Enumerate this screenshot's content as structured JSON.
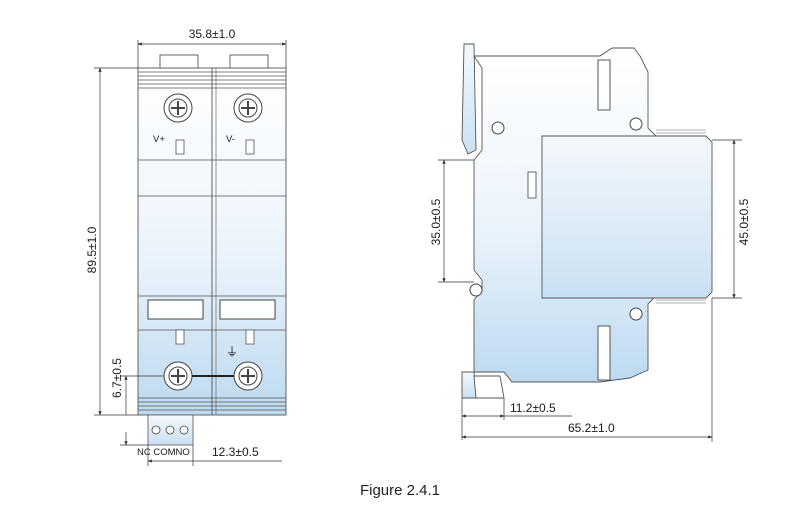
{
  "caption": "Figure 2.4.1",
  "front_view": {
    "dim_width": "35.8±1.0",
    "dim_height": "89.5±1.0",
    "dim_terminal": "6.7±0.5",
    "dim_pin": "12.3±0.5",
    "label_pos": "V+",
    "label_neg": "V-",
    "ground_symbol": "⏚",
    "pin_labels": "NC COMNO"
  },
  "side_view": {
    "dim_rail": "35.0±0.5",
    "dim_body": "45.0±0.5",
    "dim_clip": "11.2±0.5",
    "dim_depth": "65.2±1.0"
  },
  "colors": {
    "body_top": "#ffffff",
    "body_bottom": "#bcd9f0",
    "outline": "#555555",
    "dimension": "#333333"
  }
}
